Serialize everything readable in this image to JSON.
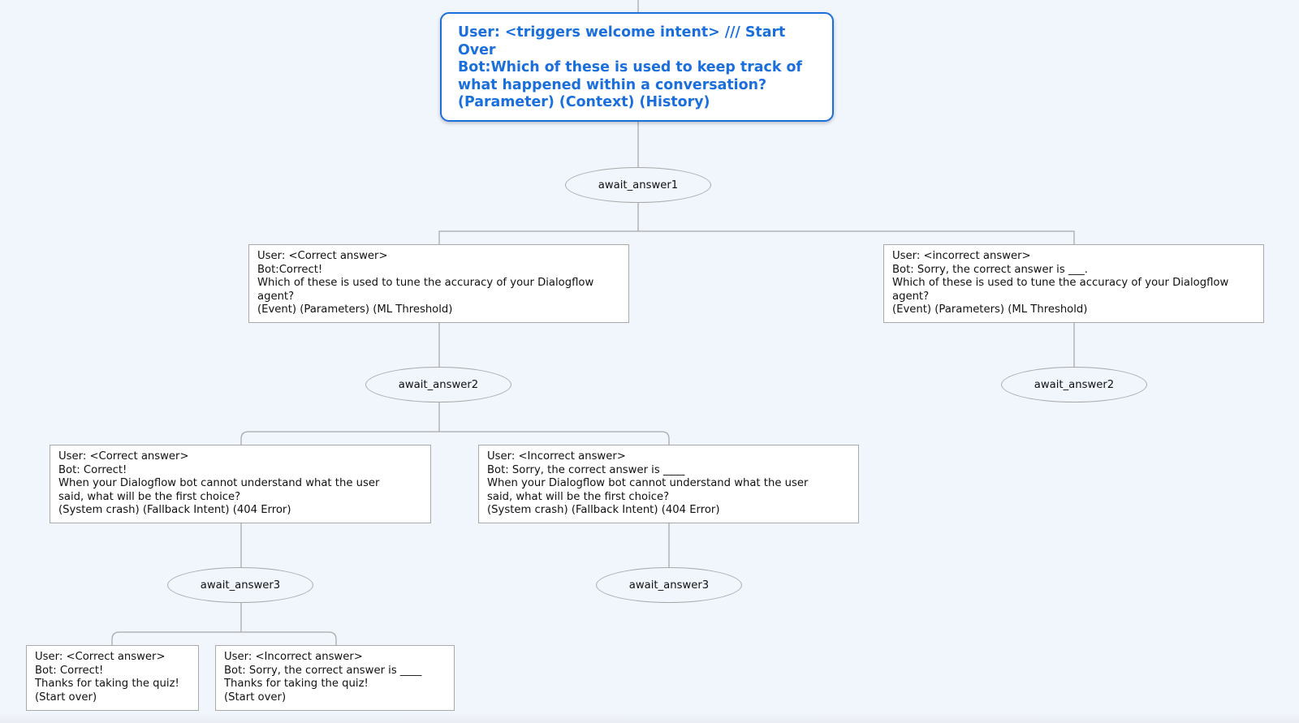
{
  "root": {
    "lines": [
      "User: <triggers welcome intent> /// Start",
      "Over",
      "Bot:Which of these is used to keep track of",
      "what happened within a conversation?",
      "(Parameter) (Context) (History)"
    ]
  },
  "contexts": {
    "c1": "await_answer1",
    "c2_left": "await_answer2",
    "c2_right": "await_answer2",
    "c3_left": "await_answer3",
    "c3_right": "await_answer3"
  },
  "level1": {
    "correct": {
      "lines": [
        "User:  <Correct answer>",
        "Bot:Correct!",
        "Which of these is used to tune the accuracy of your Dialogflow",
        "agent?",
        "(Event) (Parameters) (ML Threshold)"
      ]
    },
    "incorrect": {
      "lines": [
        "User: <incorrect answer>",
        "Bot: Sorry, the correct answer is ___.",
        "Which of these is used to tune the accuracy of your Dialogflow",
        "agent?",
        "(Event) (Parameters) (ML Threshold)"
      ]
    }
  },
  "level2": {
    "correct": {
      "lines": [
        "User: <Correct answer>",
        "Bot: Correct!",
        "When your Dialogflow bot cannot understand what the user",
        "said, what will be the first choice?",
        "(System crash) (Fallback Intent) (404 Error)"
      ]
    },
    "incorrect": {
      "lines": [
        "User: <Incorrect answer>",
        "Bot: Sorry, the correct answer is ____",
        "When your Dialogflow bot cannot understand what the user",
        "said, what will be the first choice?",
        "(System crash) (Fallback Intent) (404 Error)"
      ]
    }
  },
  "level3": {
    "correct": {
      "lines": [
        "User: <Correct answer>",
        "Bot: Correct!",
        "Thanks for taking the quiz!",
        "(Start over)"
      ]
    },
    "incorrect": {
      "lines": [
        "User: <Incorrect answer>",
        "Bot: Sorry, the correct answer is ____",
        "Thanks for taking the quiz!",
        "(Start over)"
      ]
    }
  },
  "colors": {
    "background": "#f1f5fc",
    "root_accent": "#1a6fdc",
    "connector": "#a9a9a9",
    "node_fill": "#ffffff"
  }
}
